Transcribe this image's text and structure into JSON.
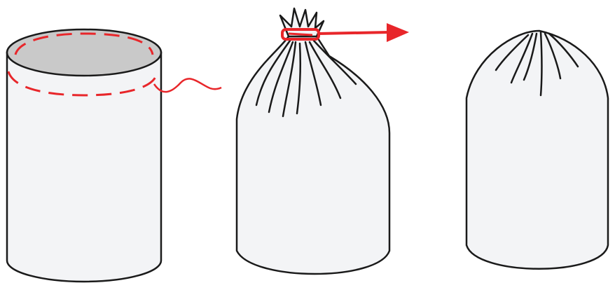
{
  "figure": {
    "description_free": true,
    "colors": {
      "outline": "#1a1a1a",
      "fabric_fill": "#f3f4f6",
      "interior_fill": "#c9c9c9",
      "accent_red": "#e8262a"
    },
    "steps": [
      {
        "name": "open-tube",
        "icons": [
          "cylinder",
          "dashed-stitch-line",
          "drawstring"
        ]
      },
      {
        "name": "cinched-bag",
        "icons": [
          "gathered-top",
          "red-cord",
          "pull-arrow"
        ]
      },
      {
        "name": "closed-bag",
        "icons": [
          "gathered-top"
        ]
      }
    ]
  }
}
